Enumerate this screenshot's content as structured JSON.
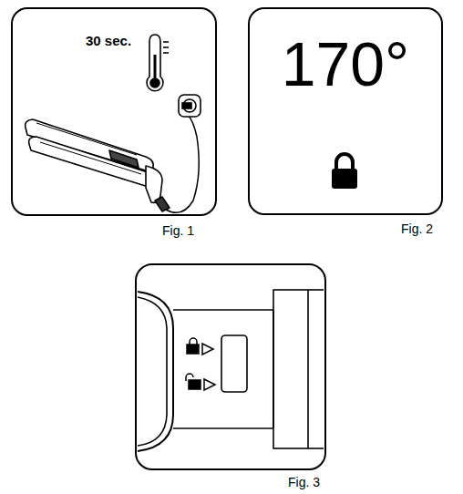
{
  "diagram": {
    "nodes": [
      {
        "text": [
          "30 sec."
        ]
      },
      {
        "text": [
          "170°"
        ]
      }
    ],
    "labels": [
      "Fig. 1",
      "Fig. 2",
      "Fig. 3"
    ]
  }
}
